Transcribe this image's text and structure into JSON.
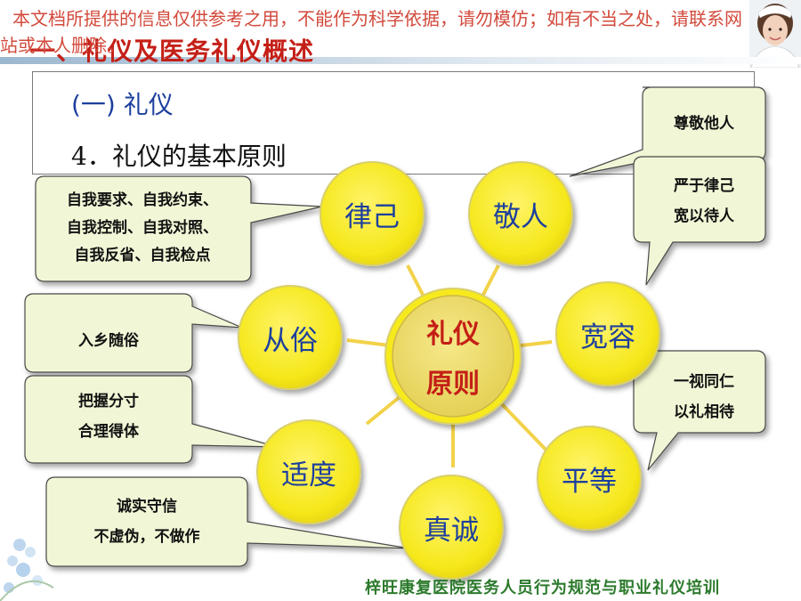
{
  "watermark": "本文档所提供的信息仅供参考之用，不能作为科学依据，请勿模仿；如有不当之处，请联系网站或本人删除。",
  "title": "一、礼仪及医务礼仪概述",
  "section": {
    "heading": "(一) 礼仪",
    "subheading": "4．礼仪的基本原则"
  },
  "center": {
    "line1": "礼仪",
    "line2": "原则"
  },
  "principles": [
    {
      "label": "律己",
      "note": "自我要求、自我约束、\n自我控制、自我对照、\n自我反省、自我检点"
    },
    {
      "label": "敬人",
      "note": "尊敬他人"
    },
    {
      "label": "宽容",
      "note": "严于律己\n宽以待人"
    },
    {
      "label": "平等",
      "note": "一视同仁\n以礼相待"
    },
    {
      "label": "真诚",
      "note": "诚实守信\n不虚伪，不做作"
    },
    {
      "label": "适度",
      "note": "把握分寸\n合理得体"
    },
    {
      "label": "从俗",
      "note": "入乡随俗"
    }
  ],
  "footer": "梓旺康复医院医务人员行为规范与职业礼仪培训",
  "colors": {
    "circle_fill": "#f5e81a",
    "circle_stroke": "#d8c84a",
    "callout_fill": "#f1f7d6",
    "callout_stroke": "#4a4a4a"
  }
}
